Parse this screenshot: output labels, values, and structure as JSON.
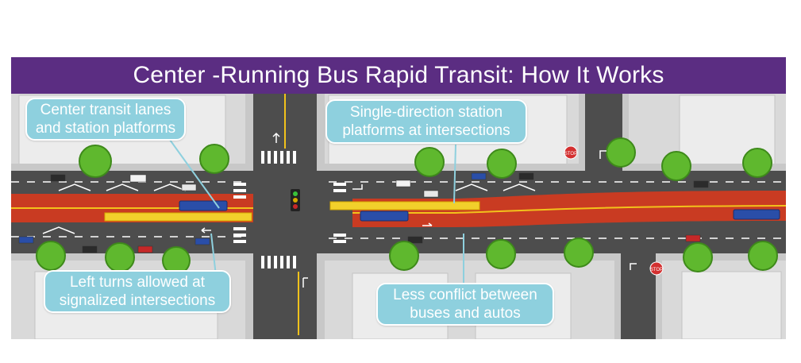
{
  "title": "Center -Running Bus Rapid Transit: How It Works",
  "callouts": {
    "center_lanes": [
      "Center transit lanes",
      "and station platforms"
    ],
    "single_direction": [
      "Single-direction station",
      "platforms at intersections"
    ],
    "left_turns": [
      "Left turns allowed at",
      "signalized intersections"
    ],
    "less_conflict": [
      "Less conflict between",
      "buses and autos"
    ]
  },
  "signs": {
    "stop": "STOP"
  },
  "colors": {
    "banner": "#5b2d82",
    "callout": "#8ed0de",
    "bus_lane": "#c93b22",
    "platform": "#f2d02b",
    "bus": "#2a4ea8",
    "asphalt": "#4a4a4a",
    "sidewalk": "#cfcfcf"
  }
}
